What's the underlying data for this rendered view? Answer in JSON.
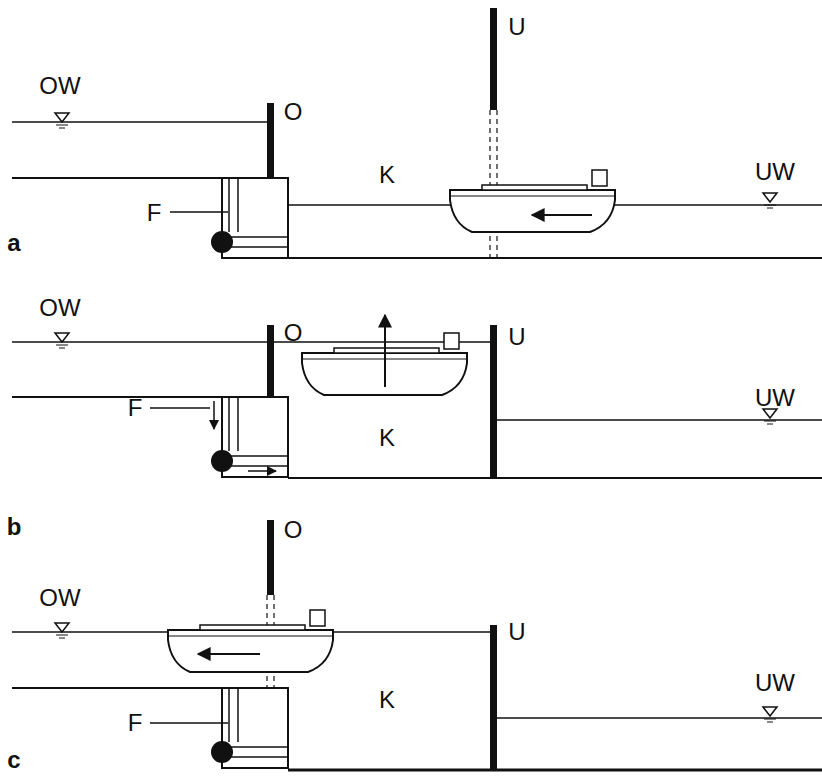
{
  "diagram": {
    "labels": [
      "OW",
      "O",
      "K",
      "U",
      "UW",
      "F",
      "a",
      "OW",
      "O",
      "U",
      "UW",
      "F",
      "K",
      "b",
      "O",
      "OW",
      "U",
      "UW",
      "K",
      "F",
      "c"
    ]
  }
}
